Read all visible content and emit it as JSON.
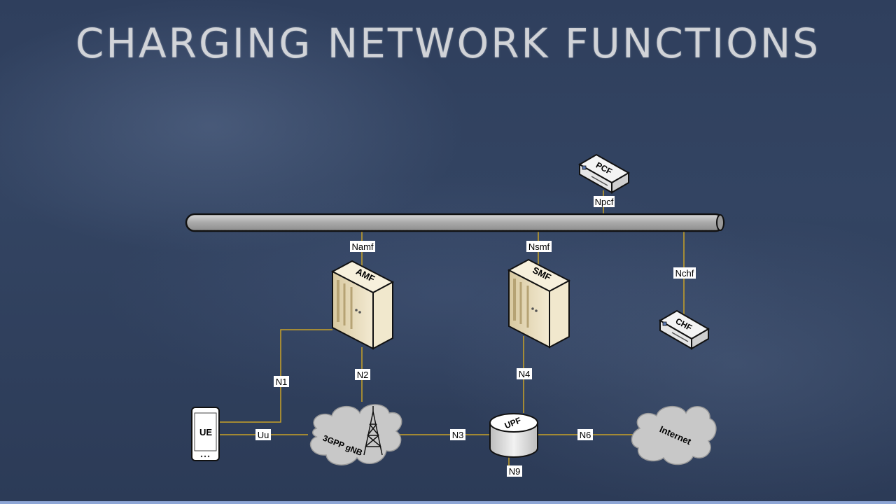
{
  "title": "CHARGING NETWORK FUNCTIONS",
  "nodes": {
    "pcf": "PCF",
    "amf": "AMF",
    "smf": "SMF",
    "chf": "CHF",
    "ue": "UE",
    "gnb": "3GPP gNB",
    "upf": "UPF",
    "internet": "Internet"
  },
  "interfaces": {
    "npcf": "Npcf",
    "namf": "Namf",
    "nsmf": "Nsmf",
    "nchf": "Nchf",
    "n1": "N1",
    "n2": "N2",
    "n4": "N4",
    "uu": "Uu",
    "n3": "N3",
    "n6": "N6",
    "n9": "N9"
  },
  "colors": {
    "link": "#c9a227",
    "bus": "#b8b8b8",
    "server": "#efe3c2",
    "cloud": "#c8c8c8"
  }
}
